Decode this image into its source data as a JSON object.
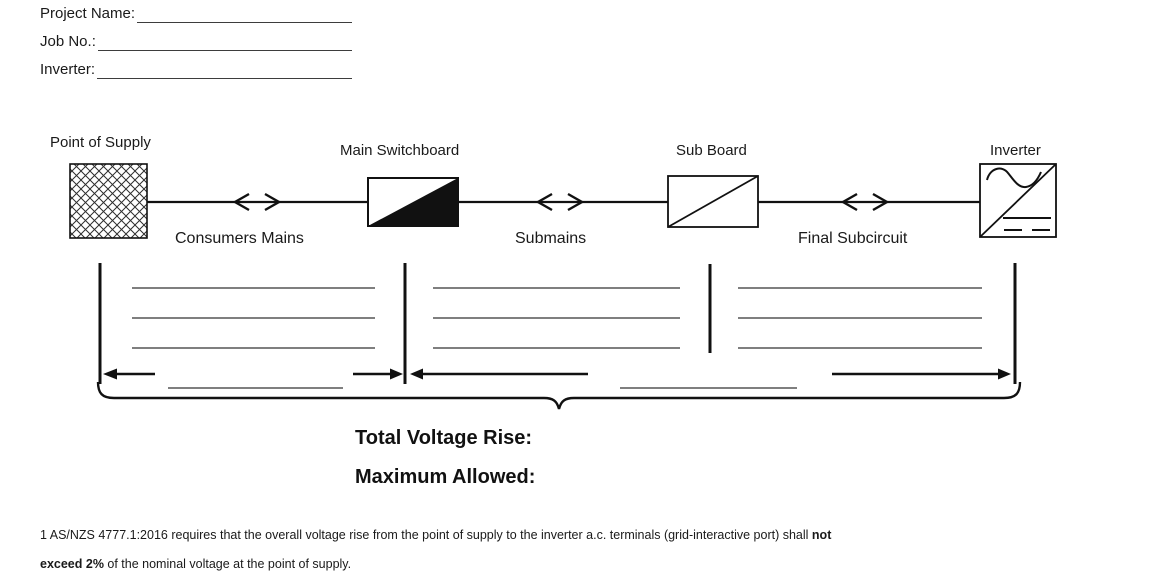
{
  "header": {
    "fields": [
      {
        "label": "Project Name:"
      },
      {
        "label": "Job No.:"
      },
      {
        "label": "Inverter:"
      }
    ]
  },
  "diagram": {
    "nodes": [
      {
        "label": "Point of Supply",
        "symbol": "crosshatched-square"
      },
      {
        "label": "Main Switchboard",
        "symbol": "half-filled-rectangle"
      },
      {
        "label": "Sub Board",
        "symbol": "diagonal-rectangle"
      },
      {
        "label": "Inverter",
        "symbol": "ac-dc-inverter-square"
      }
    ],
    "segments": [
      {
        "label": "Consumers Mains"
      },
      {
        "label": "Submains"
      },
      {
        "label": "Final Subcircuit"
      }
    ]
  },
  "summary": {
    "total_voltage_rise_label": "Total Voltage Rise:",
    "maximum_allowed_label": "Maximum Allowed:"
  },
  "footnote": {
    "line1_regular": "1 AS/NZS 4777.1:2016 requires that the overall voltage rise from the point of supply to the inverter a.c. terminals (grid-interactive port) shall ",
    "line1_bold": "not",
    "line2_bold": "exceed 2%",
    "line2_regular": " of the nominal voltage at the point of supply."
  },
  "colors": {
    "ink": "#1a1a1a",
    "entry_line_gray": "#555555"
  }
}
